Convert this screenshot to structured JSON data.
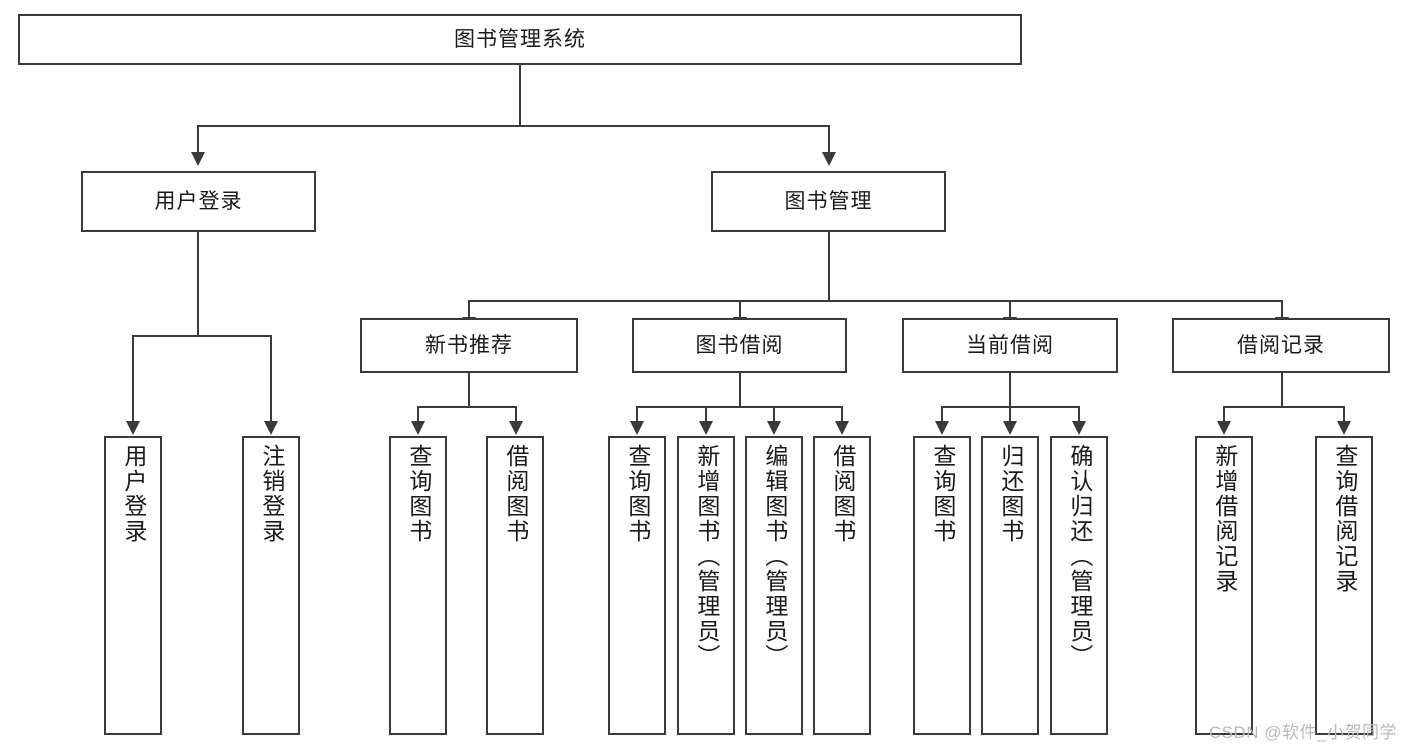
{
  "diagram": {
    "type": "tree",
    "title": "图书管理系统",
    "root": {
      "label": "图书管理系统"
    },
    "level1": [
      {
        "label": "用户登录"
      },
      {
        "label": "图书管理"
      }
    ],
    "level2": [
      {
        "label": "新书推荐"
      },
      {
        "label": "图书借阅"
      },
      {
        "label": "当前借阅"
      },
      {
        "label": "借阅记录"
      }
    ],
    "leaves": {
      "user_login": [
        {
          "label": "用户登录"
        },
        {
          "label": "注销登录"
        }
      ],
      "new_book_recommend": [
        {
          "label": "查询图书"
        },
        {
          "label": "借阅图书"
        }
      ],
      "book_borrow": [
        {
          "label": "查询图书"
        },
        {
          "label": "新增图书（管理员）"
        },
        {
          "label": "编辑图书（管理员）"
        },
        {
          "label": "借阅图书"
        }
      ],
      "current_borrow": [
        {
          "label": "查询图书"
        },
        {
          "label": "归还图书"
        },
        {
          "label": "确认归还（管理员）"
        }
      ],
      "borrow_record": [
        {
          "label": "新增借阅记录"
        },
        {
          "label": "查询借阅记录"
        }
      ]
    }
  },
  "watermark": {
    "text": "CSDN @软件_小贺同学"
  },
  "colors": {
    "stroke": "#3a3a3a",
    "text": "#1a1a1a",
    "background": "#ffffff",
    "watermark": "#b9b9b9"
  }
}
